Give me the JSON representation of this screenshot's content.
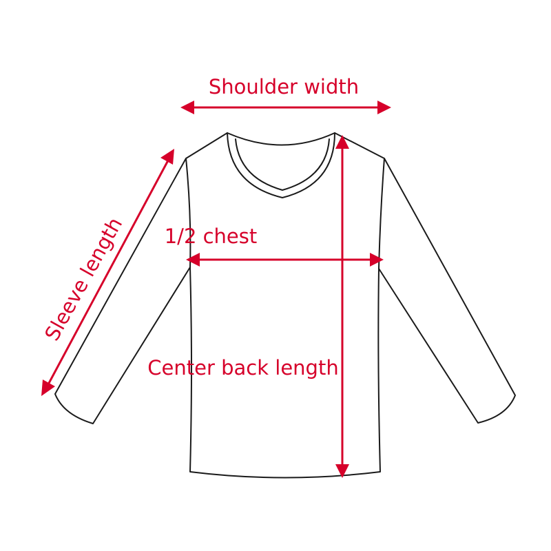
{
  "labels": {
    "shoulder_width": "Shoulder width",
    "half_chest": "1/2 chest",
    "center_back_length": "Center back length",
    "sleeve_length": "Sleeve length"
  },
  "colors": {
    "accent": "#d6002a",
    "outline": "#1a1a1a",
    "background": "#ffffff"
  },
  "garment": "long-sleeve t-shirt"
}
